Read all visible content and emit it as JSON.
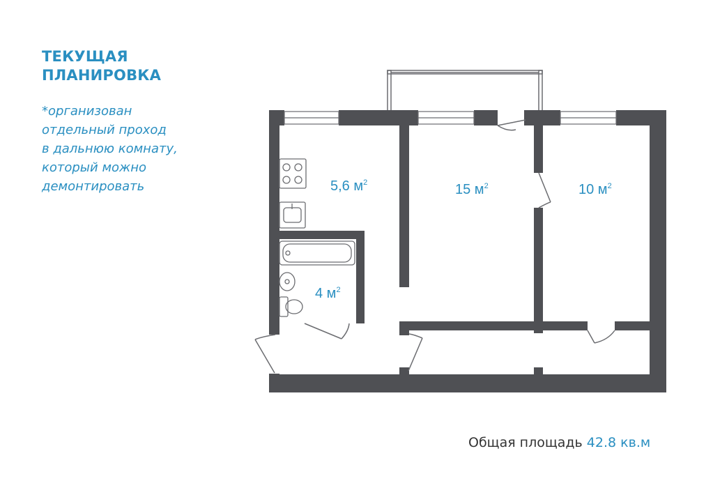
{
  "heading": {
    "line1": "ТЕКУЩАЯ",
    "line2": "ПЛАНИРОВКА"
  },
  "note": {
    "line1": "*организован",
    "line2": "отдельный проход",
    "line3": "в дальнюю комнату,",
    "line4": "который можно",
    "line5": "демонтировать"
  },
  "rooms": [
    {
      "area": "5,6 м",
      "unit_power": "2"
    },
    {
      "area": "15 м",
      "unit_power": "2"
    },
    {
      "area": "10 м",
      "unit_power": "2"
    },
    {
      "area": "4 м",
      "unit_power": "2"
    }
  ],
  "total": {
    "label": "Общая площадь",
    "value": "42.8 кв.м"
  },
  "colors": {
    "accent": "#2a8fc1",
    "wall": "#4f5054",
    "text": "#333333"
  }
}
